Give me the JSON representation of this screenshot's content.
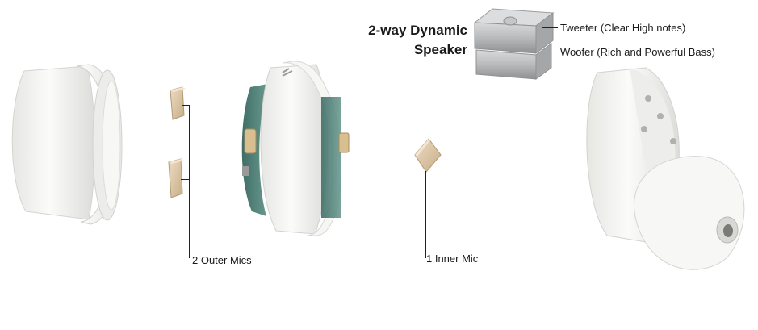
{
  "speaker": {
    "title_line1": "2-way Dynamic",
    "title_line2": "Speaker",
    "tweeter_label": "Tweeter (Clear High notes)",
    "woofer_label": "Woofer (Rich and Powerful Bass)"
  },
  "mics": {
    "outer_label": "2 Outer Mics",
    "inner_label": "1 Inner Mic"
  },
  "colors": {
    "earbud_shell": "#f3f3f1",
    "mic": "#d8c2a2",
    "pcb": "#4f7f77",
    "speaker_metal": "#a9abad",
    "text": "#1a1a1a"
  },
  "icons": {
    "brand_mark": "akg-logo"
  }
}
